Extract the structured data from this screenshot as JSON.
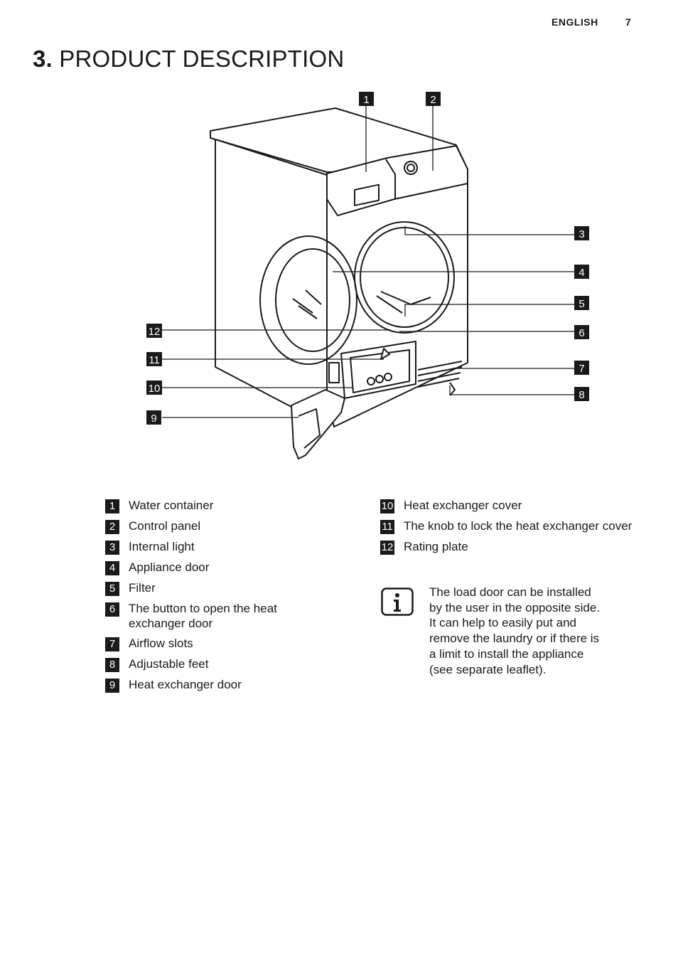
{
  "header": {
    "language": "ENGLISH",
    "page_number": "7"
  },
  "section": {
    "number": "3.",
    "title": "PRODUCT DESCRIPTION"
  },
  "figure": {
    "callouts": [
      "1",
      "2",
      "3",
      "4",
      "5",
      "6",
      "7",
      "8",
      "9",
      "10",
      "11",
      "12"
    ]
  },
  "legend": {
    "left": [
      {
        "num": "1",
        "text": "Water container"
      },
      {
        "num": "2",
        "text": "Control panel"
      },
      {
        "num": "3",
        "text": "Internal light"
      },
      {
        "num": "4",
        "text": "Appliance door"
      },
      {
        "num": "5",
        "text": "Filter"
      },
      {
        "num": "6",
        "text": "The button to open the heat exchanger door"
      },
      {
        "num": "7",
        "text": "Airflow slots"
      },
      {
        "num": "8",
        "text": "Adjustable feet"
      },
      {
        "num": "9",
        "text": "Heat exchanger door"
      }
    ],
    "right": [
      {
        "num": "10",
        "text": "Heat exchanger cover"
      },
      {
        "num": "11",
        "text": "The knob to lock the heat exchanger cover"
      },
      {
        "num": "12",
        "text": "Rating plate"
      }
    ]
  },
  "info": {
    "icon": "info-icon",
    "text": "The load door can be installed by the user in the opposite side. It can help to easily put and remove the laundry or if there is a limit to install the appliance (see separate leaflet)."
  }
}
